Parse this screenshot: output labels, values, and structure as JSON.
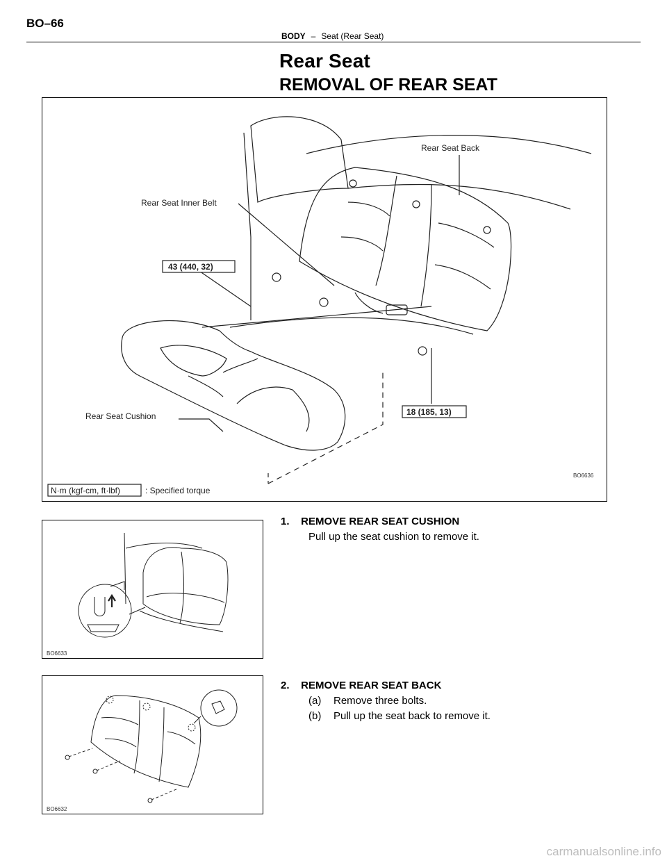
{
  "header": {
    "page_number": "BO–66",
    "section": "BODY",
    "separator": "–",
    "topic": "Seat (Rear Seat)"
  },
  "title": "Rear Seat",
  "subtitle": "REMOVAL OF REAR SEAT",
  "main_figure": {
    "labels": {
      "seat_back": "Rear Seat Back",
      "inner_belt": "Rear Seat Inner Belt",
      "cushion": "Rear Seat Cushion"
    },
    "torque_1": "43 (440, 32)",
    "torque_2": "18 (185, 13)",
    "legend_units": "N·m (kgf·cm, ft·lbf)",
    "legend_text": ": Specified torque",
    "code": "BO6636"
  },
  "figure_cushion": {
    "code": "BO6633"
  },
  "figure_back": {
    "code": "BO6632"
  },
  "steps": [
    {
      "heading": "1.    REMOVE REAR SEAT CUSHION",
      "text": "Pull up the seat cushion to remove it."
    },
    {
      "heading": "2.    REMOVE REAR SEAT BACK",
      "substeps": [
        {
          "tag": "(a)",
          "text": "Remove three bolts."
        },
        {
          "tag": "(b)",
          "text": "Pull up the seat back to remove it."
        }
      ]
    }
  ],
  "watermark": "carmanualsonline.info"
}
